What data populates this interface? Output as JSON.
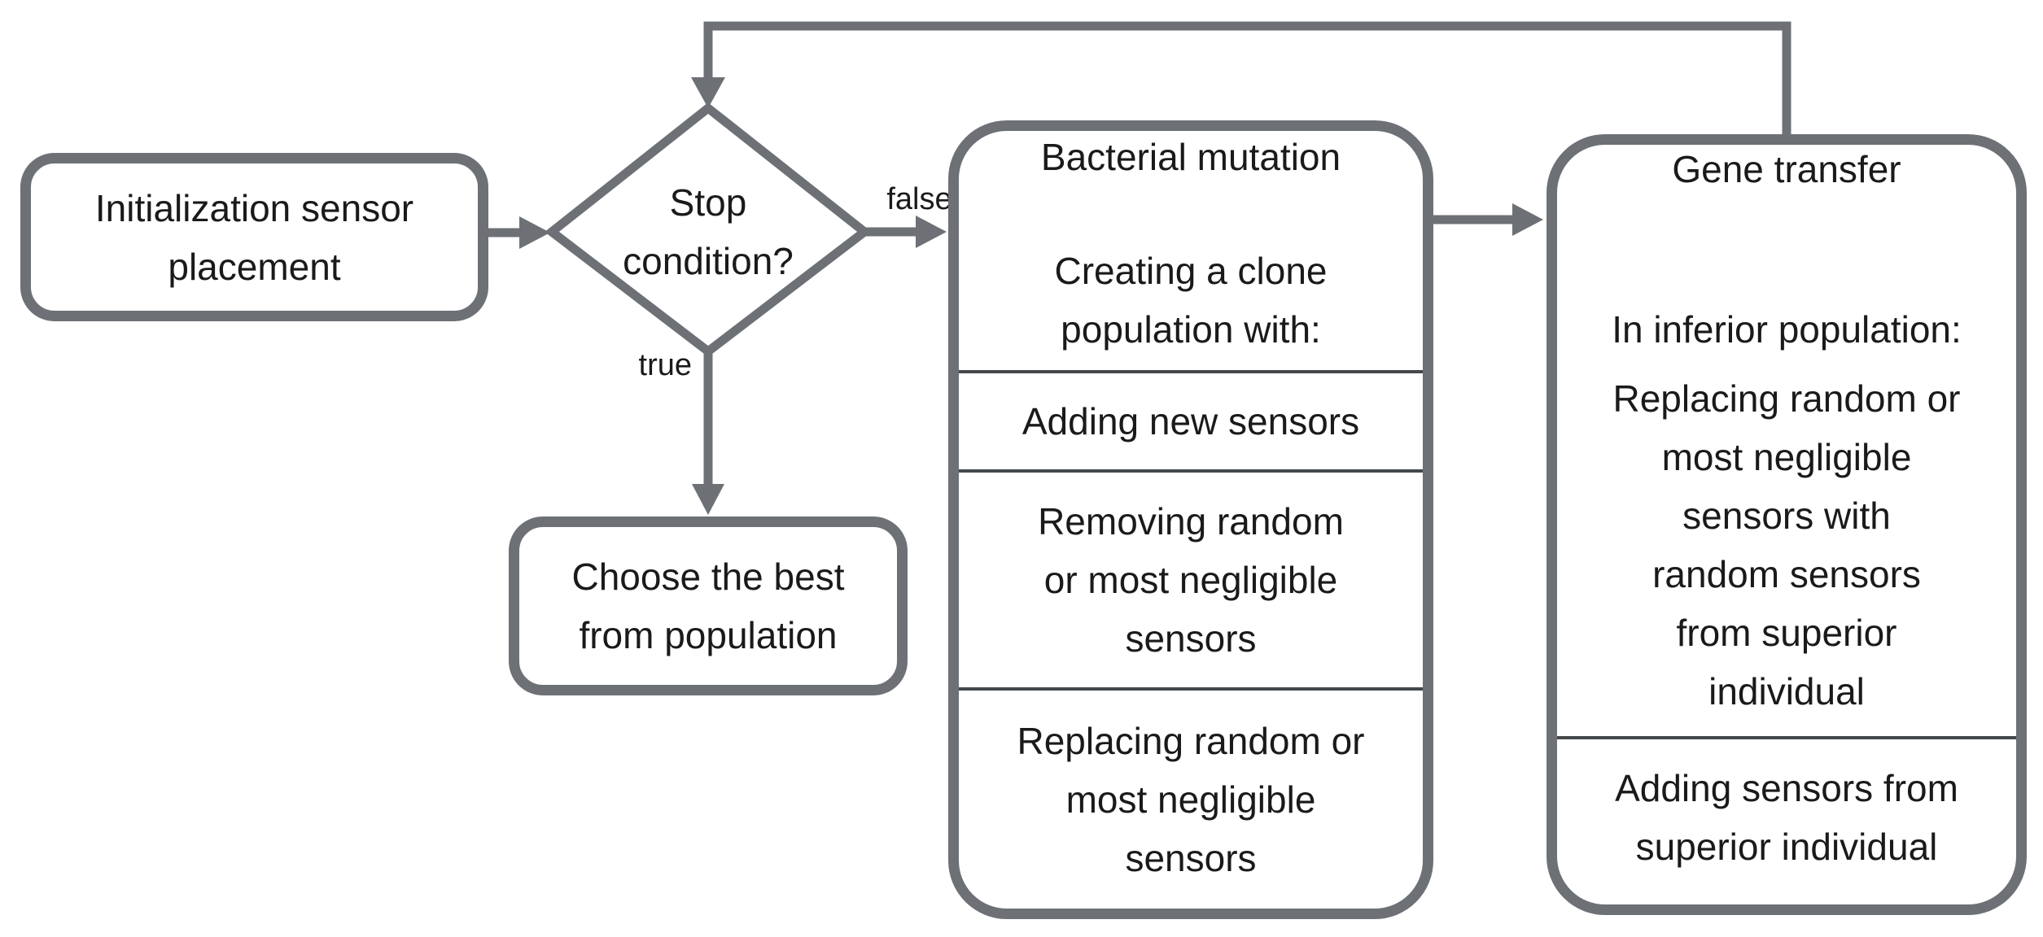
{
  "diagram": {
    "nodes": {
      "init": {
        "label": "Initialization sensor\nplacement"
      },
      "decision": {
        "label": "Stop\ncondition?"
      },
      "choose": {
        "label": "Choose the best\nfrom population"
      },
      "bacterial": {
        "title": "Bacterial mutation",
        "intro": "Creating a clone\npopulation with:",
        "cells": [
          "Adding new sensors",
          "Removing random\nor most negligible\nsensors",
          "Replacing random or\nmost negligible\nsensors"
        ]
      },
      "gene": {
        "title": "Gene transfer",
        "intro": "In inferior population:",
        "body": "Replacing random or\nmost negligible\nsensors with\nrandom sensors\nfrom superior\nindividual",
        "cell": "Adding sensors from\nsuperior individual"
      }
    },
    "edges": {
      "true_label": "true",
      "false_label": "false"
    },
    "colors": {
      "line": "#6d7176",
      "separator": "#45484b",
      "text": "#1a1a1a",
      "background": "#ffffff"
    }
  }
}
